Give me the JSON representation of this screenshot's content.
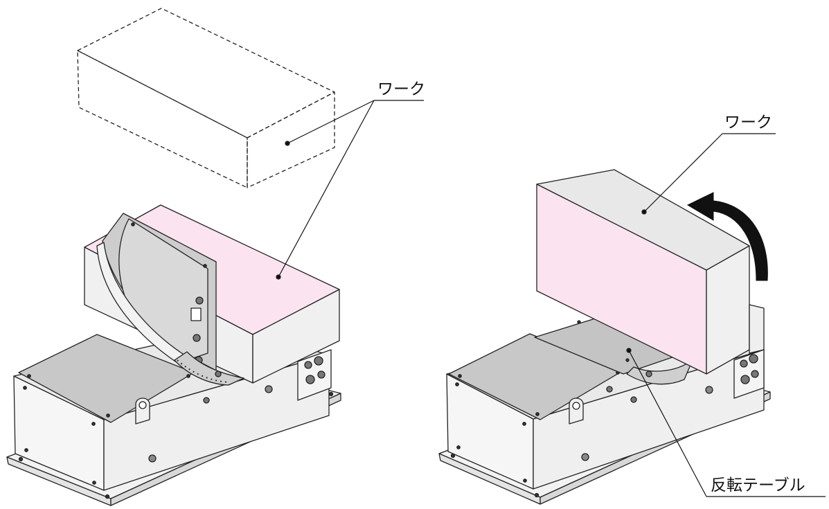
{
  "labels": {
    "work_left": "ワーク",
    "work_right": "ワーク",
    "flip_table": "反転テーブル"
  },
  "colors": {
    "work_pink": "#fbe3ef",
    "work_grey": "#e6e6e6",
    "plate_grey": "#cfcfcf",
    "body_white": "#f7f7f7",
    "line": "#222222"
  }
}
